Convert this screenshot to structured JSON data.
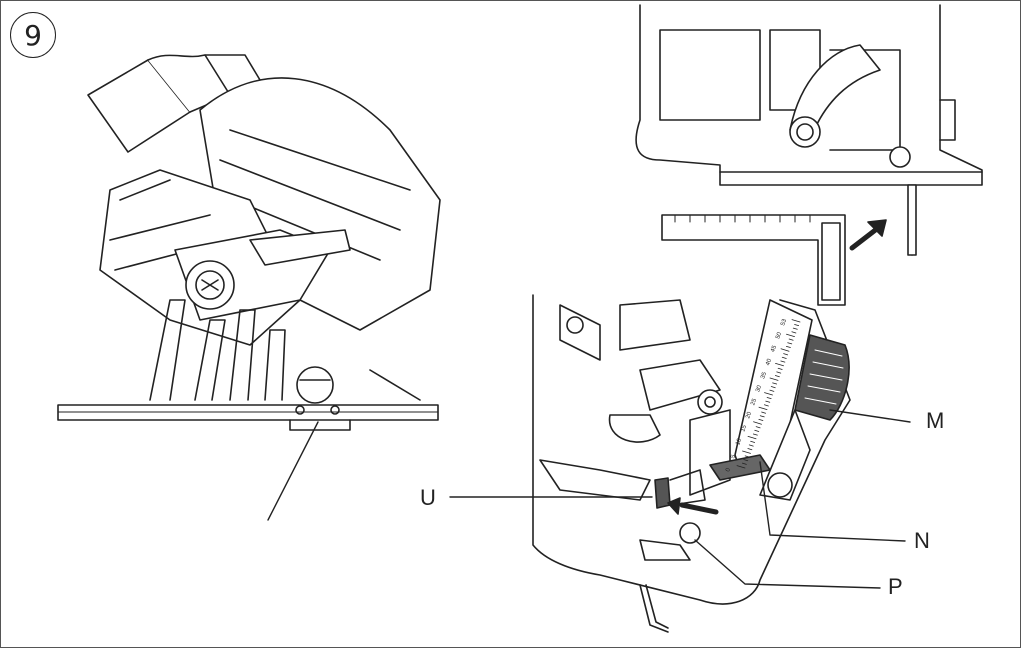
{
  "figure": {
    "number": "9"
  },
  "callouts": {
    "M": "M",
    "N": "N",
    "P": "P",
    "U": "U"
  },
  "scale": {
    "ticks": [
      "53",
      "50",
      "45",
      "40",
      "35",
      "30",
      "25",
      "20",
      "15",
      "10",
      "5",
      "0"
    ]
  },
  "icons": [
    "arrow-icon",
    "carpenter-square-icon",
    "hex-wrench-icon"
  ]
}
